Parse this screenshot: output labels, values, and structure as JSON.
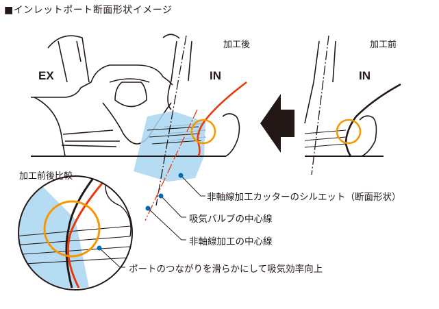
{
  "title": "■インレットポート断面形状イメージ",
  "after": {
    "label": "加工後",
    "ex": "EX",
    "in": "IN"
  },
  "before": {
    "label": "加工前",
    "in": "IN"
  },
  "compare": {
    "label": "加工前後比較"
  },
  "callouts": [
    "非軸線加工カッターのシルエット（断面形状）",
    "吸気バルブの中心線",
    "非軸線加工の中心線",
    "ポートのつながりを滑らかにして吸気効率向上"
  ],
  "colors": {
    "ink": "#231815",
    "red": "#e8380d",
    "orange": "#f39800",
    "blue_fill": "#a9d6f1",
    "callout_dot": "#0068b7"
  }
}
